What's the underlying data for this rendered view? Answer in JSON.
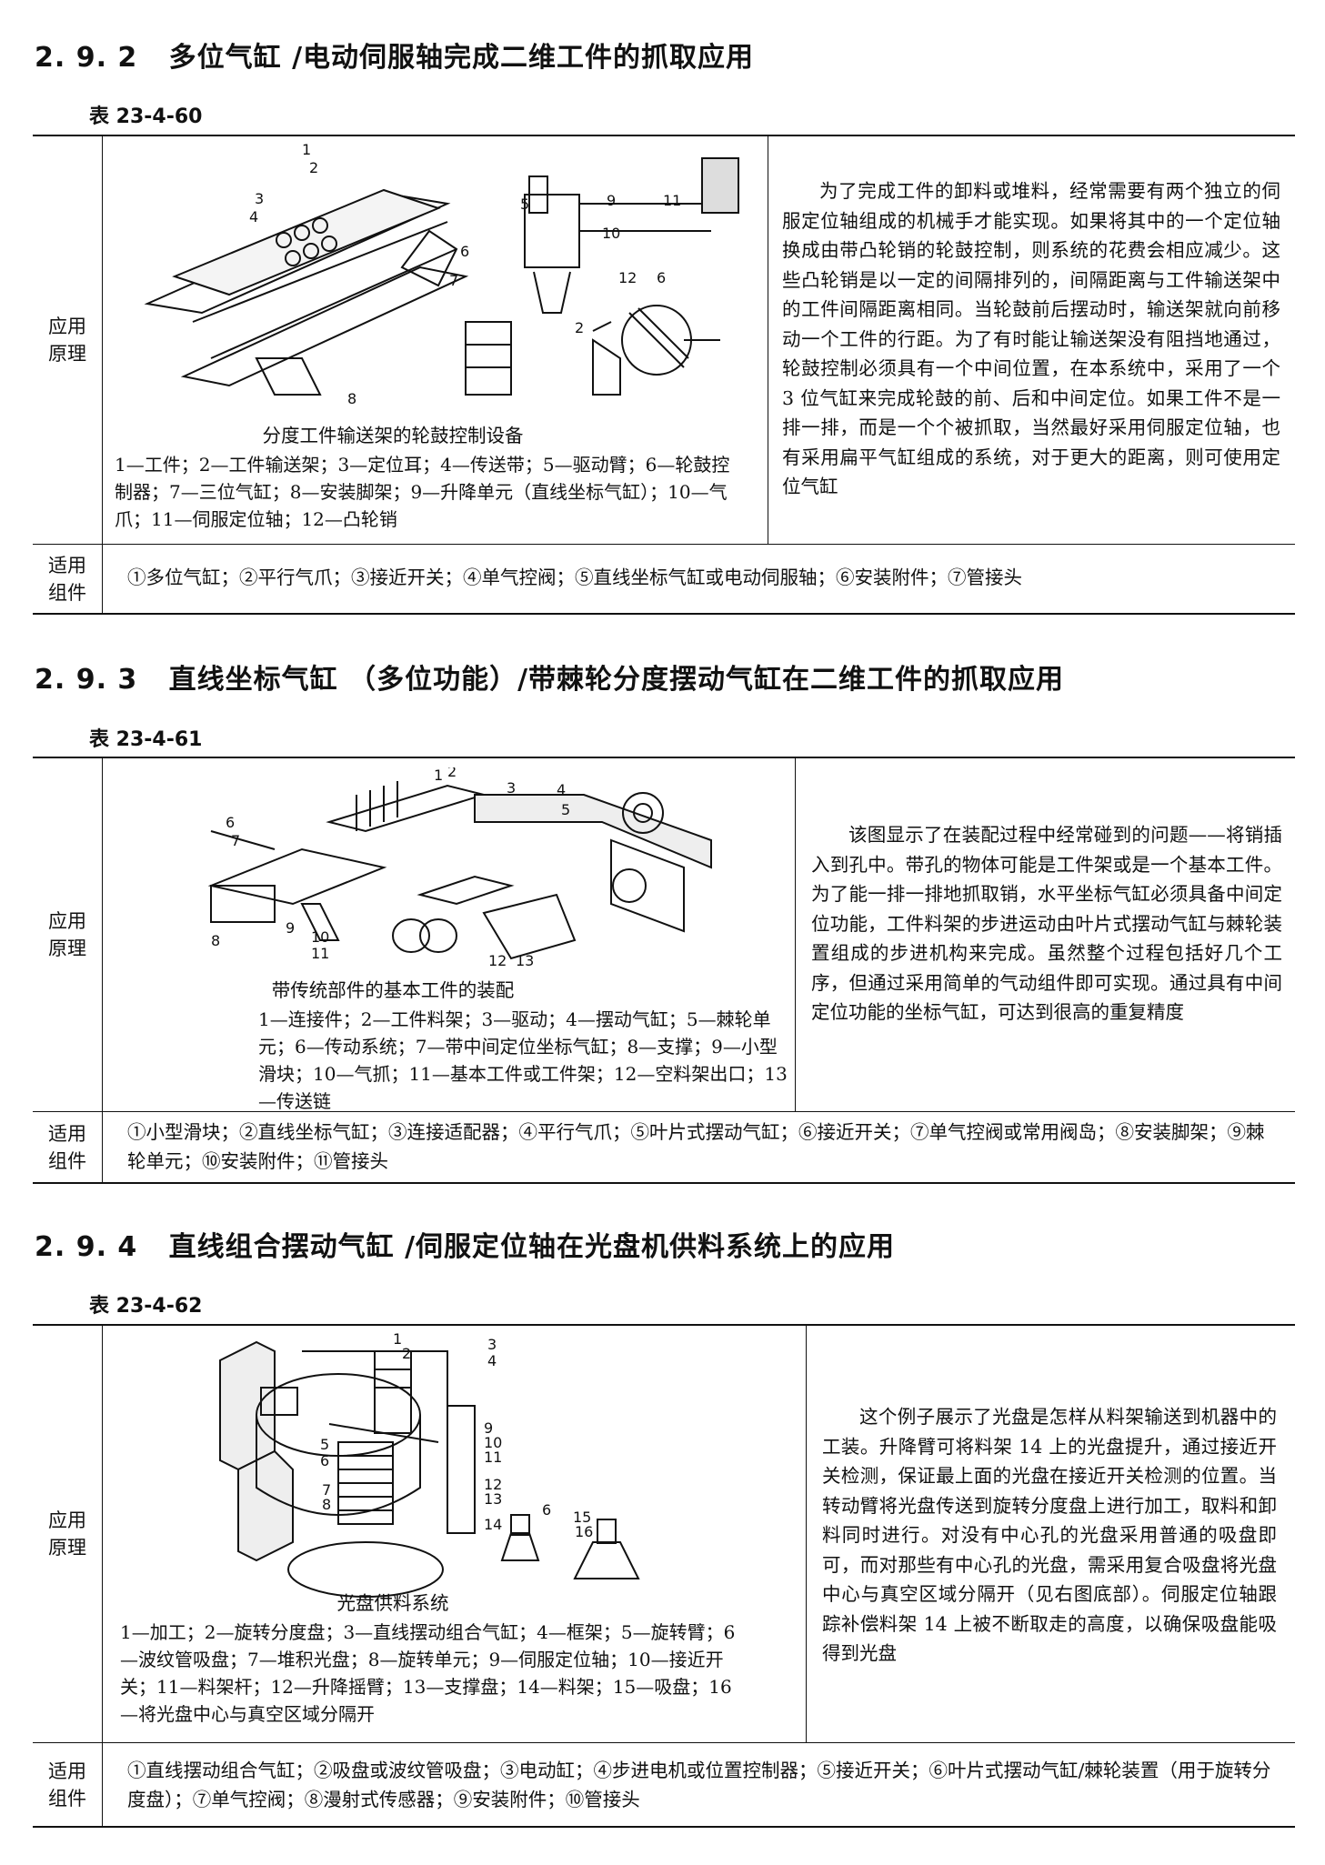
{
  "sections": [
    {
      "number": "2. 9. 2",
      "title": "多位气缸 /电动伺服轴完成二维工件的抓取应用",
      "table_label": "表 23-4-60",
      "principle_label": [
        "应用",
        "原理"
      ],
      "figure_caption": "分度工件输送架的轮鼓控制设备",
      "figure_labels": [
        "1",
        "2",
        "3",
        "4",
        "5",
        "6",
        "7",
        "8",
        "9",
        "10",
        "11",
        "12",
        "6",
        "2"
      ],
      "legend": "1—工件；2—工件输送架；3—定位耳；4—传送带；5—驱动臂；6—轮鼓控制器；7—三位气缸；8—安装脚架；9—升降单元（直线坐标气缸）；10—气爪；11—伺服定位轴；12—凸轮销",
      "description": "为了完成工件的卸料或堆料，经常需要有两个独立的伺服定位轴组成的机械手才能实现。如果将其中的一个定位轴换成由带凸轮销的轮鼓控制，则系统的花费会相应减少。这些凸轮销是以一定的间隔排列的，间隔距离与工件输送架中的工件间隔距离相同。当轮鼓前后摆动时，输送架就向前移动一个工件的行距。为了有时能让输送架没有阻挡地通过，轮鼓控制必须具有一个中间位置，在本系统中，采用了一个 3 位气缸来完成轮鼓的前、后和中间定位。如果工件不是一排一排，而是一个个被抓取，当然最好采用伺服定位轴，也有采用扁平气缸组成的系统，对于更大的距离，则可使用定位气缸",
      "components_label": [
        "适用",
        "组件"
      ],
      "components": "①多位气缸；②平行气爪；③接近开关；④单气控阀；⑤直线坐标气缸或电动伺服轴；⑥安装附件；⑦管接头"
    },
    {
      "number": "2. 9. 3",
      "title": "直线坐标气缸 （多位功能）/带棘轮分度摆动气缸在二维工件的抓取应用",
      "table_label": "表 23-4-61",
      "principle_label": [
        "应用",
        "原理"
      ],
      "figure_caption": "带传统部件的基本工件的装配",
      "figure_labels": [
        "1",
        "2",
        "3",
        "4",
        "5",
        "6",
        "7",
        "8",
        "9",
        "10",
        "11",
        "12",
        "13"
      ],
      "legend": "1—连接件；2—工件料架；3—驱动；4—摆动气缸；5—棘轮单元；6—传动系统；7—带中间定位坐标气缸；8—支撑；9—小型滑块；10—气抓；11—基本工件或工件架；12—空料架出口；13—传送链",
      "description": "该图显示了在装配过程中经常碰到的问题——将销插入到孔中。带孔的物体可能是工件架或是一个基本工件。为了能一排一排地抓取销，水平坐标气缸必须具备中间定位功能，工件料架的步进运动由叶片式摆动气缸与棘轮装置组成的步进机构来完成。虽然整个过程包括好几个工序，但通过采用简单的气动组件即可实现。通过具有中间定位功能的坐标气缸，可达到很高的重复精度",
      "components_label": [
        "适用",
        "组件"
      ],
      "components": "①小型滑块；②直线坐标气缸；③连接适配器；④平行气爪；⑤叶片式摆动气缸；⑥接近开关；⑦单气控阀或常用阀岛；⑧安装脚架；⑨棘轮单元；⑩安装附件；⑪管接头"
    },
    {
      "number": "2. 9. 4",
      "title": "直线组合摆动气缸 /伺服定位轴在光盘机供料系统上的应用",
      "table_label": "表 23-4-62",
      "principle_label": [
        "应用",
        "原理"
      ],
      "figure_caption": "光盘供料系统",
      "figure_labels": [
        "1",
        "2",
        "3",
        "4",
        "5",
        "6",
        "7",
        "8",
        "9",
        "10",
        "11",
        "12",
        "13",
        "14",
        "6",
        "15",
        "16"
      ],
      "legend": "1—加工；2—旋转分度盘；3—直线摆动组合气缸；4—框架；5—旋转臂；6—波纹管吸盘；7—堆积光盘；8—旋转单元；9—伺服定位轴；10—接近开关；11—料架杆；12—升降摇臂；13—支撑盘；14—料架；15—吸盘；16—将光盘中心与真空区域分隔开",
      "description": "这个例子展示了光盘是怎样从料架输送到机器中的工装。升降臂可将料架 14 上的光盘提升，通过接近开关检测，保证最上面的光盘在接近开关检测的位置。当转动臂将光盘传送到旋转分度盘上进行加工，取料和卸料同时进行。对没有中心孔的光盘采用普通的吸盘即可，而对那些有中心孔的光盘，需采用复合吸盘将光盘中心与真空区域分隔开（见右图底部）。伺服定位轴跟踪补偿料架 14 上被不断取走的高度，以确保吸盘能吸得到光盘",
      "components_label": [
        "适用",
        "组件"
      ],
      "components": "①直线摆动组合气缸；②吸盘或波纹管吸盘；③电动缸；④步进电机或位置控制器；⑤接近开关；⑥叶片式摆动气缸/棘轮装置（用于旋转分度盘）；⑦单气控阀；⑧漫射式传感器；⑨安装附件；⑩管接头"
    }
  ]
}
